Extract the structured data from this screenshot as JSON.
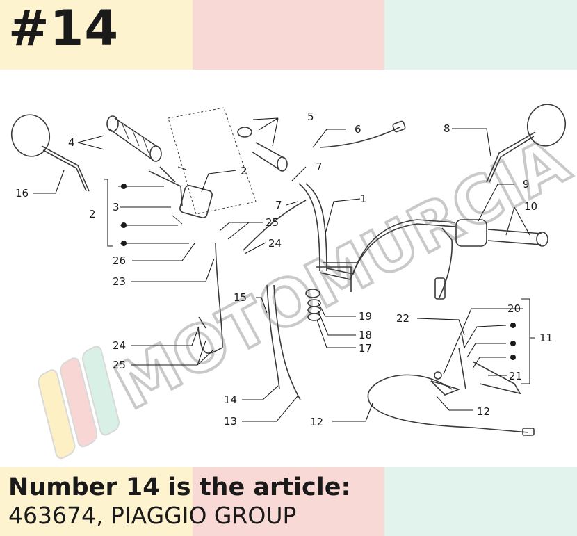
{
  "header": {
    "title": "#14",
    "colors": [
      "#fdf3cf",
      "#f9d9d6",
      "#e1f3ec"
    ]
  },
  "watermark": {
    "text": "MOTOMURCIA",
    "stripe_colors": [
      "#fdf0c4",
      "#f8d6d3",
      "#d9f0e6"
    ]
  },
  "diagram": {
    "labels": [
      "1",
      "2",
      "2",
      "3",
      "4",
      "5",
      "6",
      "7",
      "7",
      "8",
      "9",
      "10",
      "11",
      "12",
      "12",
      "13",
      "14",
      "15",
      "16",
      "17",
      "18",
      "19",
      "20",
      "21",
      "22",
      "23",
      "24",
      "24",
      "25",
      "25",
      "26"
    ]
  },
  "footer": {
    "line1": "Number 14 is the article:",
    "line2": "463674, PIAGGIO GROUP"
  }
}
